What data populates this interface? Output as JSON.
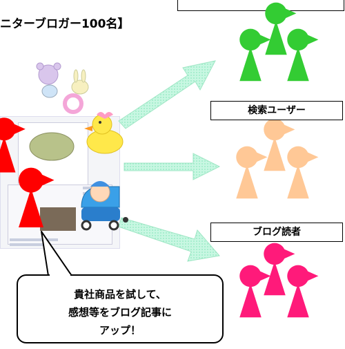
{
  "title": "ニターブロガー100名】",
  "labels": {
    "search_users": "検索ユーザー",
    "blog_readers": "ブログ読者"
  },
  "bubble": {
    "line1": "貴社商品を試して、",
    "line2": "感想等をブログ記事に",
    "line3": "アップ！"
  },
  "colors": {
    "top_group": "#33cc33",
    "middle_group": "#ffc896",
    "bottom_group": "#ff1a7a",
    "blogger": "#ff0000",
    "arrow": "#a8f0d2"
  }
}
